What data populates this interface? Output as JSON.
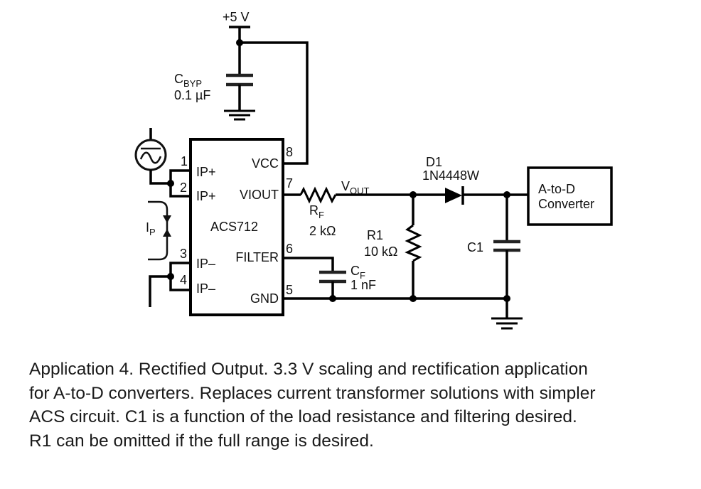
{
  "schematic": {
    "supply": {
      "label": "+5 V"
    },
    "cbyp": {
      "name": "C",
      "name_sub": "BYP",
      "value": "0.1 µF"
    },
    "chip": {
      "name": "ACS712",
      "pins": [
        {
          "num": "1",
          "label": "IP+"
        },
        {
          "num": "2",
          "label": "IP+"
        },
        {
          "num": "3",
          "label": "IP–"
        },
        {
          "num": "4",
          "label": "IP–"
        },
        {
          "num": "5",
          "label": "GND"
        },
        {
          "num": "6",
          "label": "FILTER"
        },
        {
          "num": "7",
          "label": "VIOUT"
        },
        {
          "num": "8",
          "label": "VCC"
        }
      ]
    },
    "ip": {
      "name": "I",
      "name_sub": "P"
    },
    "rf": {
      "name": "R",
      "name_sub": "F",
      "value": "2 kΩ"
    },
    "vout": {
      "name": "V",
      "name_sub": "OUT"
    },
    "cf": {
      "name": "C",
      "name_sub": "F",
      "value": "1 nF"
    },
    "r1": {
      "name": "R1",
      "value": "10 kΩ"
    },
    "d1": {
      "name": "D1",
      "part": "1N4448W"
    },
    "c1": {
      "name": "C1"
    },
    "adc": {
      "line1": "A-to-D",
      "line2": "Converter"
    }
  },
  "caption": {
    "lines": [
      "Application 4. Rectified Output. 3.3 V scaling and rectification application",
      "for A-to-D converters. Replaces current transformer solutions with simpler",
      "ACS circuit. C1 is a function of the load resistance and filtering desired.",
      "R1 can be omitted if the full range is desired."
    ]
  }
}
